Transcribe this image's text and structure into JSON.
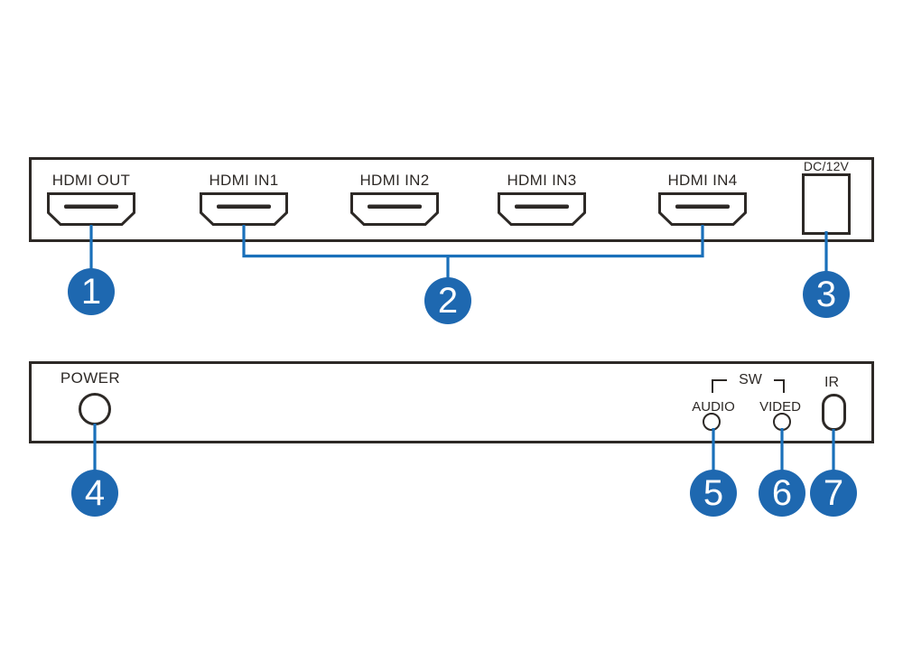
{
  "colors": {
    "outline": "#2d2926",
    "callout_blue": "#1e68b0",
    "leader_line_blue": "#1a70ba",
    "background": "#ffffff"
  },
  "rear_panel": {
    "ports": [
      {
        "label": "HDMI OUT"
      },
      {
        "label": "HDMI IN1"
      },
      {
        "label": "HDMI IN2"
      },
      {
        "label": "HDMI IN3"
      },
      {
        "label": "HDMI IN4"
      }
    ],
    "dc_label": "DC/12V"
  },
  "front_panel": {
    "power_label": "POWER",
    "sw_label": "SW",
    "audio_label": "AUDIO",
    "video_label": "VIDED",
    "ir_label": "IR"
  },
  "callouts": [
    {
      "number": "1"
    },
    {
      "number": "2"
    },
    {
      "number": "3"
    },
    {
      "number": "4"
    },
    {
      "number": "5"
    },
    {
      "number": "6"
    },
    {
      "number": "7"
    }
  ]
}
